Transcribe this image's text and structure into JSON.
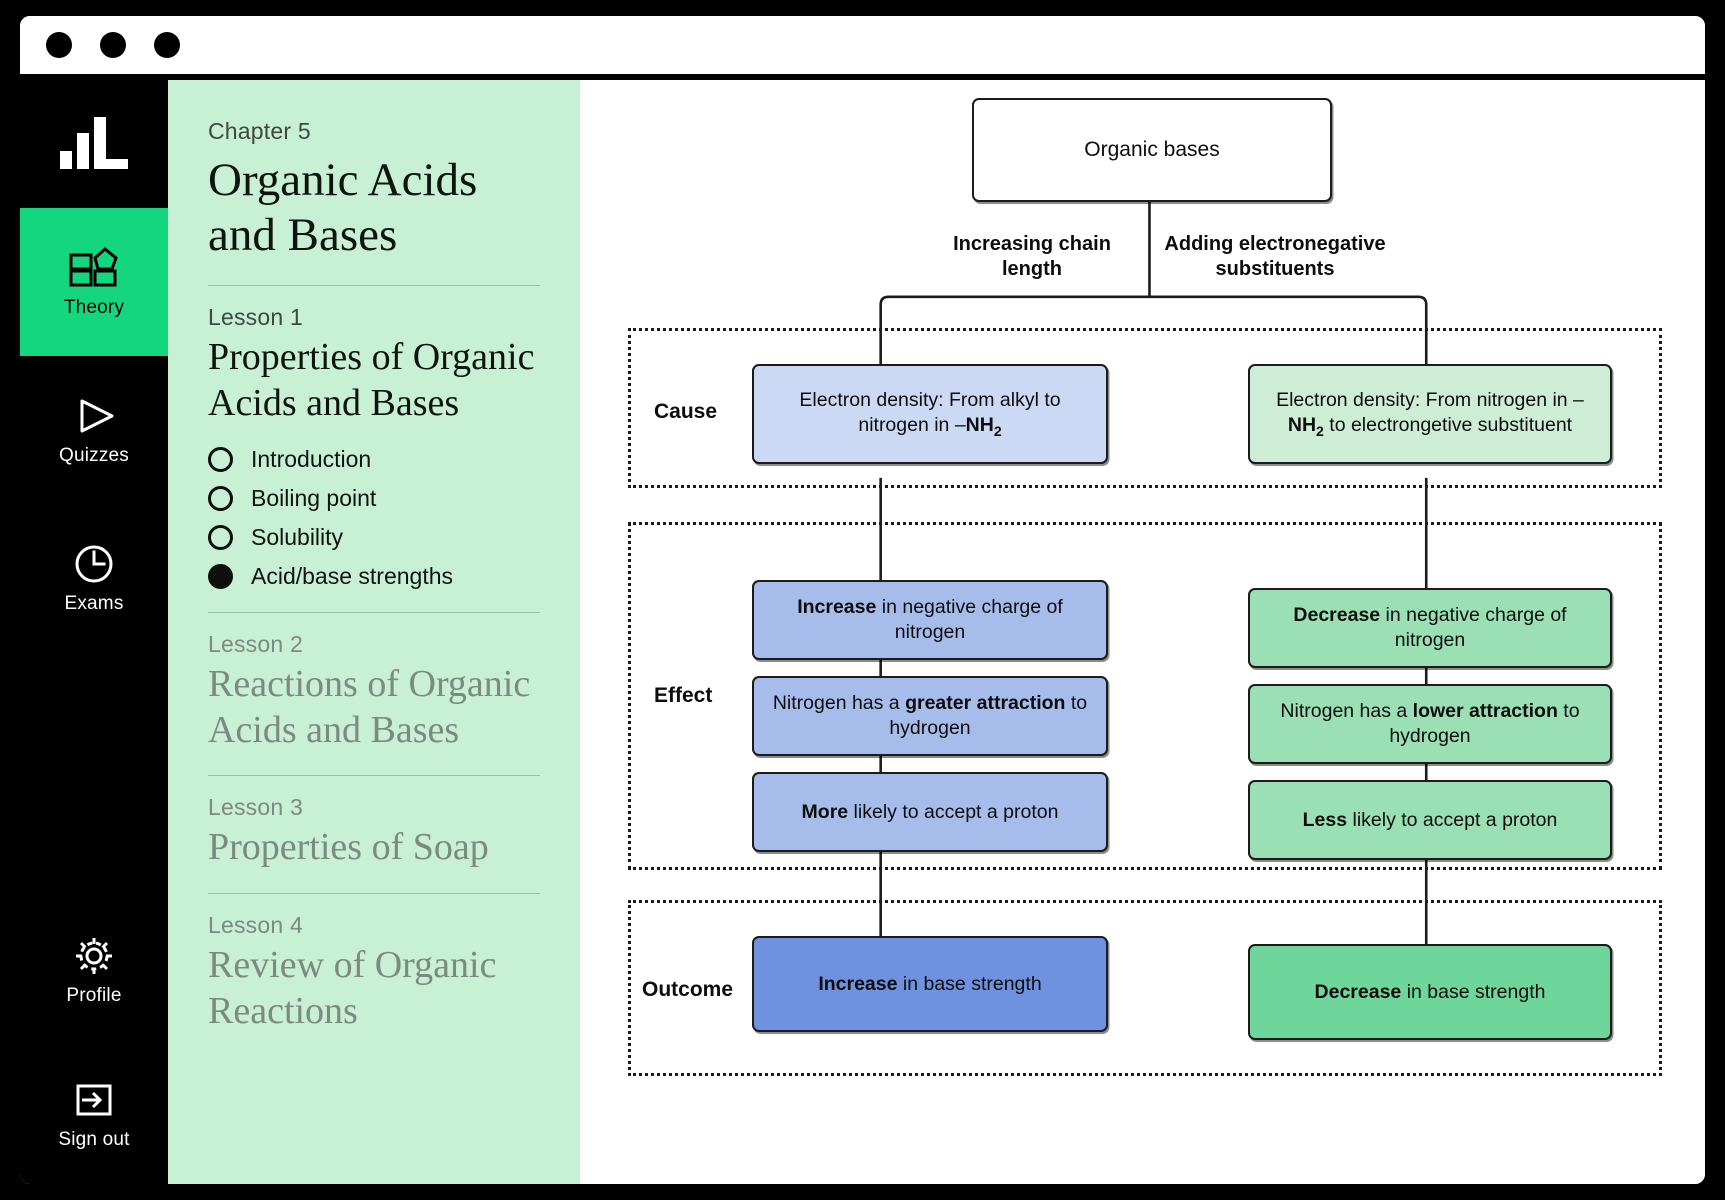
{
  "window": {
    "dots": [
      "window-dot-1",
      "window-dot-2",
      "window-dot-3"
    ]
  },
  "rail": {
    "logo_icon": "bar-chart-logo-icon",
    "items": [
      {
        "label": "Theory",
        "icon": "blocks-icon",
        "active": true
      },
      {
        "label": "Quizzes",
        "icon": "play-icon",
        "active": false
      },
      {
        "label": "Exams",
        "icon": "clock-icon",
        "active": false
      },
      {
        "label": "Profile",
        "icon": "gear-icon",
        "active": false
      },
      {
        "label": "Sign out",
        "icon": "sign-out-icon",
        "active": false
      }
    ],
    "active_color": "#13d67e",
    "background": "#000000"
  },
  "sidebar": {
    "background": "#c8f0d5",
    "chapter_eyebrow": "Chapter 5",
    "chapter_title": "Organic Acids and Bases",
    "lessons": [
      {
        "eyebrow": "Lesson 1",
        "title": "Properties of Organic Acids and Bases",
        "active": true,
        "topics": [
          {
            "name": "Introduction",
            "selected": false
          },
          {
            "name": "Boiling point",
            "selected": false
          },
          {
            "name": "Solubility",
            "selected": false
          },
          {
            "name": "Acid/base strengths",
            "selected": true
          }
        ]
      },
      {
        "eyebrow": "Lesson 2",
        "title": "Reactions of Organic Acids and Bases",
        "active": false,
        "topics": []
      },
      {
        "eyebrow": "Lesson 3",
        "title": "Properties of Soap",
        "active": false,
        "topics": []
      },
      {
        "eyebrow": "Lesson 4",
        "title": "Review of Organic Reactions",
        "active": false,
        "topics": []
      }
    ]
  },
  "diagram": {
    "root": "Organic bases",
    "branch_labels": {
      "left": "Increasing chain length",
      "right": "Adding electronegative substituents"
    },
    "row_labels": {
      "cause": "Cause",
      "effect": "Effect",
      "outcome": "Outcome"
    },
    "cause": {
      "left": {
        "text_before": "Electron density: From alkyl to nitrogen in –",
        "bold": "NH",
        "sub": "2",
        "text_after": ""
      },
      "right": {
        "text_before": "Electron density: From nitrogen in –",
        "bold": "NH",
        "sub": "2",
        "text_after": " to electrongetive substituent"
      }
    },
    "effect": {
      "left": [
        {
          "bold": "Increase",
          "rest": " in negative charge of nitrogen"
        },
        {
          "pre": "Nitrogen has a ",
          "bold": "greater attraction",
          "rest": " to hydrogen"
        },
        {
          "bold": "More",
          "rest": " likely to accept a proton"
        }
      ],
      "right": [
        {
          "bold": "Decrease",
          "rest": " in negative charge of nitrogen"
        },
        {
          "pre": "Nitrogen has a ",
          "bold": "lower attraction",
          "rest": " to hydrogen"
        },
        {
          "bold": "Less",
          "rest": " likely to accept a proton"
        }
      ]
    },
    "outcome": {
      "left": {
        "bold": "Increase",
        "rest": " in base strength"
      },
      "right": {
        "bold": "Decrease",
        "rest": " in base strength"
      }
    },
    "colors": {
      "blue_light": "#ccd9f5",
      "blue_mid": "#a6bdec",
      "blue_dark": "#6e92e0",
      "green_light": "#cdedd6",
      "green_mid": "#9ae0b4",
      "green_dark": "#6ed69b",
      "stroke": "#1b1b1b"
    }
  }
}
